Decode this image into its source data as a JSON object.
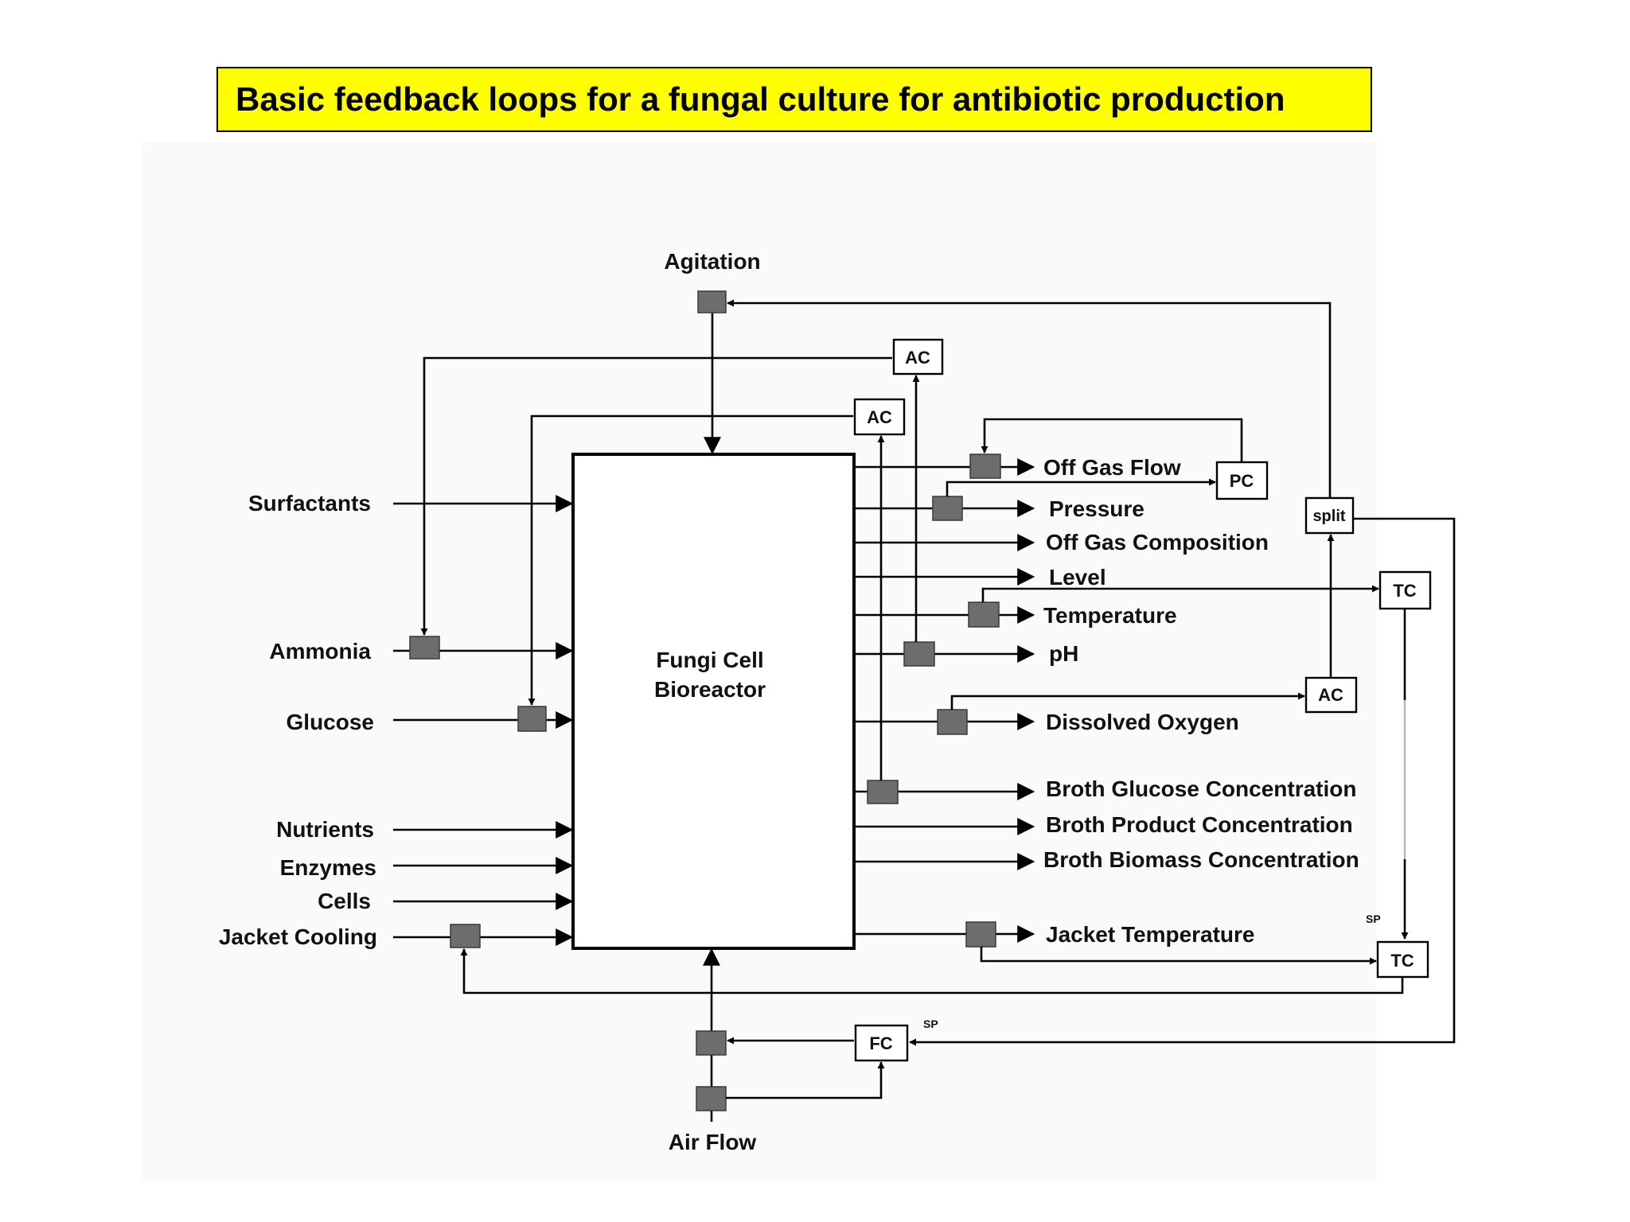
{
  "title": "Basic feedback loops for a fungal culture for antibiotic production",
  "colors": {
    "title_background": "#ffff00",
    "valve_fill": "#6d6d6d",
    "line": "#000000"
  },
  "diagram": {
    "reactor_label_line1": "Fungi Cell",
    "reactor_label_line2": "Bioreactor",
    "top_input": "Agitation",
    "bottom_input": "Air Flow",
    "inputs": {
      "surfactants": "Surfactants",
      "ammonia": "Ammonia",
      "glucose": "Glucose",
      "nutrients": "Nutrients",
      "enzymes": "Enzymes",
      "cells": "Cells",
      "jacket_cooling": "Jacket Cooling"
    },
    "outputs": {
      "off_gas_flow": "Off Gas Flow",
      "pressure": "Pressure",
      "off_gas_composition": "Off Gas Composition",
      "level": "Level",
      "temperature": "Temperature",
      "ph": "pH",
      "dissolved_oxygen": "Dissolved Oxygen",
      "broth_glucose": "Broth Glucose Concentration",
      "broth_product": "Broth Product Concentration",
      "broth_biomass": "Broth Biomass Concentration",
      "jacket_temperature": "Jacket Temperature"
    },
    "controllers": {
      "ac_ammonia": "AC",
      "ac_glucose": "AC",
      "pc": "PC",
      "split": "split",
      "tc_temperature": "TC",
      "ac_do": "AC",
      "tc_jacket": "TC",
      "fc": "FC"
    },
    "setpoint_labels": {
      "tc_jacket_sp": "SP",
      "fc_sp": "SP"
    }
  }
}
